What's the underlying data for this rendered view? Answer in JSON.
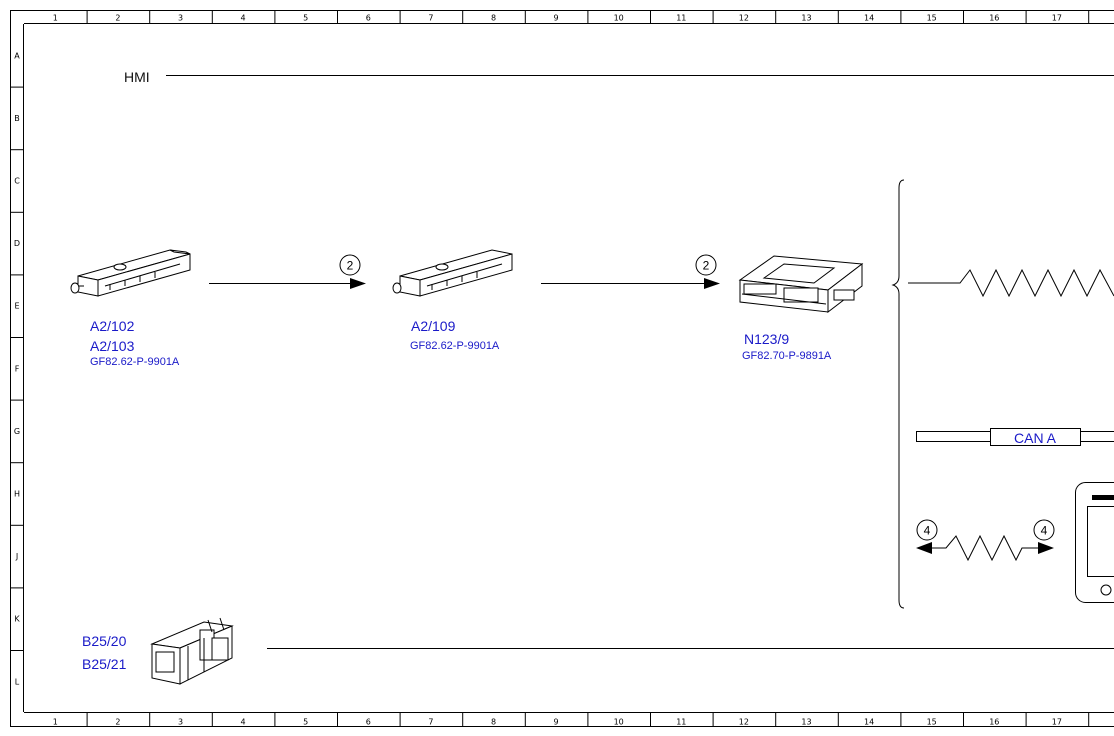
{
  "frame": {
    "columns": [
      "1",
      "2",
      "3",
      "4",
      "5",
      "6",
      "7",
      "8",
      "9",
      "10",
      "11",
      "12",
      "13",
      "14",
      "15",
      "16",
      "17"
    ],
    "rows": [
      "A",
      "B",
      "C",
      "D",
      "E",
      "F",
      "G",
      "H",
      "J",
      "K",
      "L"
    ]
  },
  "sections": {
    "hmi": "HMI"
  },
  "components": [
    {
      "id": "a2-102",
      "refs": [
        "A2/102",
        "A2/103"
      ],
      "doc": "GF82.62-P-9901A",
      "icon": "antenna-module-icon"
    },
    {
      "id": "a2-109",
      "refs": [
        "A2/109"
      ],
      "doc": "GF82.62-P-9901A",
      "icon": "antenna-module-icon"
    },
    {
      "id": "n123-9",
      "refs": [
        "N123/9"
      ],
      "doc": "GF82.70-P-9891A",
      "icon": "control-unit-icon"
    },
    {
      "id": "b25-20",
      "refs": [
        "B25/20",
        "B25/21"
      ],
      "doc": "",
      "icon": "sensor-bracket-icon"
    }
  ],
  "connections": [
    {
      "marker": "2",
      "type": "signal-arrow"
    },
    {
      "marker": "2",
      "type": "signal-arrow"
    },
    {
      "marker": "4",
      "type": "bidirectional-zigzag"
    },
    {
      "marker": "4",
      "type": "bidirectional-zigzag"
    }
  ],
  "bus": {
    "label": "CAN A"
  },
  "colors": {
    "reference_text": "#1a1ac8",
    "line": "#000000"
  }
}
